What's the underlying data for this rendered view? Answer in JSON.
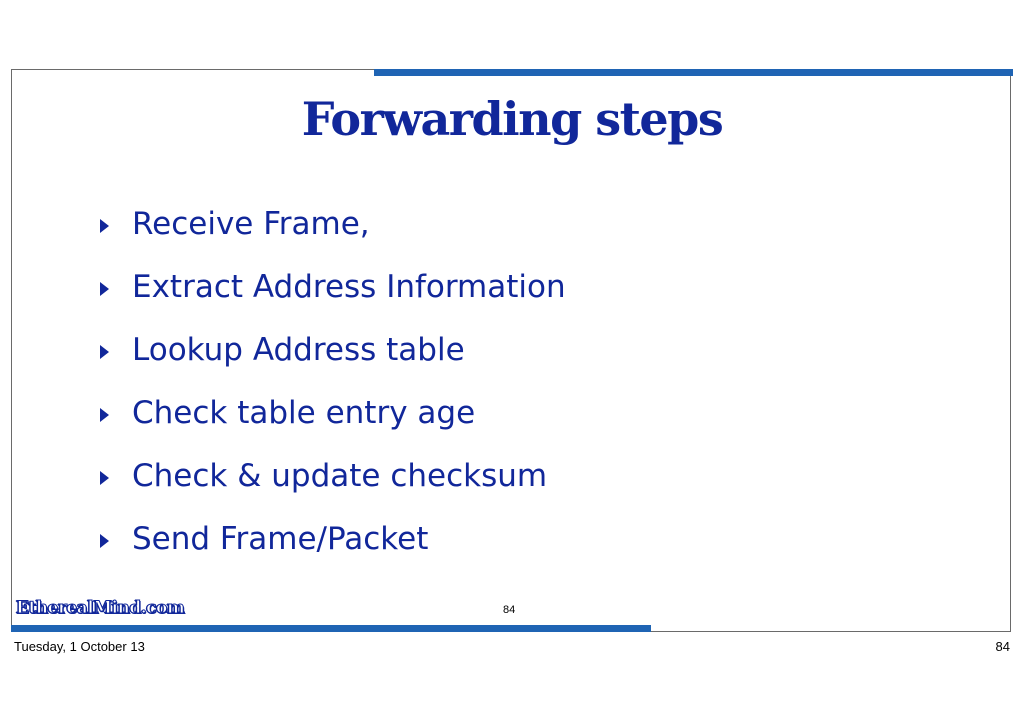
{
  "slide": {
    "title": "Forwarding steps",
    "bullets": [
      "Receive Frame,",
      "Extract Address Information",
      "Lookup Address table",
      "Check table entry age",
      "Check & update checksum",
      "Send Frame/Packet"
    ],
    "logo_text": "EtherealMind.com",
    "slide_number": "84"
  },
  "footer": {
    "date": "Tuesday, 1 October 13",
    "page": "84"
  },
  "colors": {
    "text": "#11279a",
    "accent_bar": "#1f64b4",
    "border": "#6a6a6a"
  },
  "icons": {
    "bullet": "triangle-right-icon"
  }
}
